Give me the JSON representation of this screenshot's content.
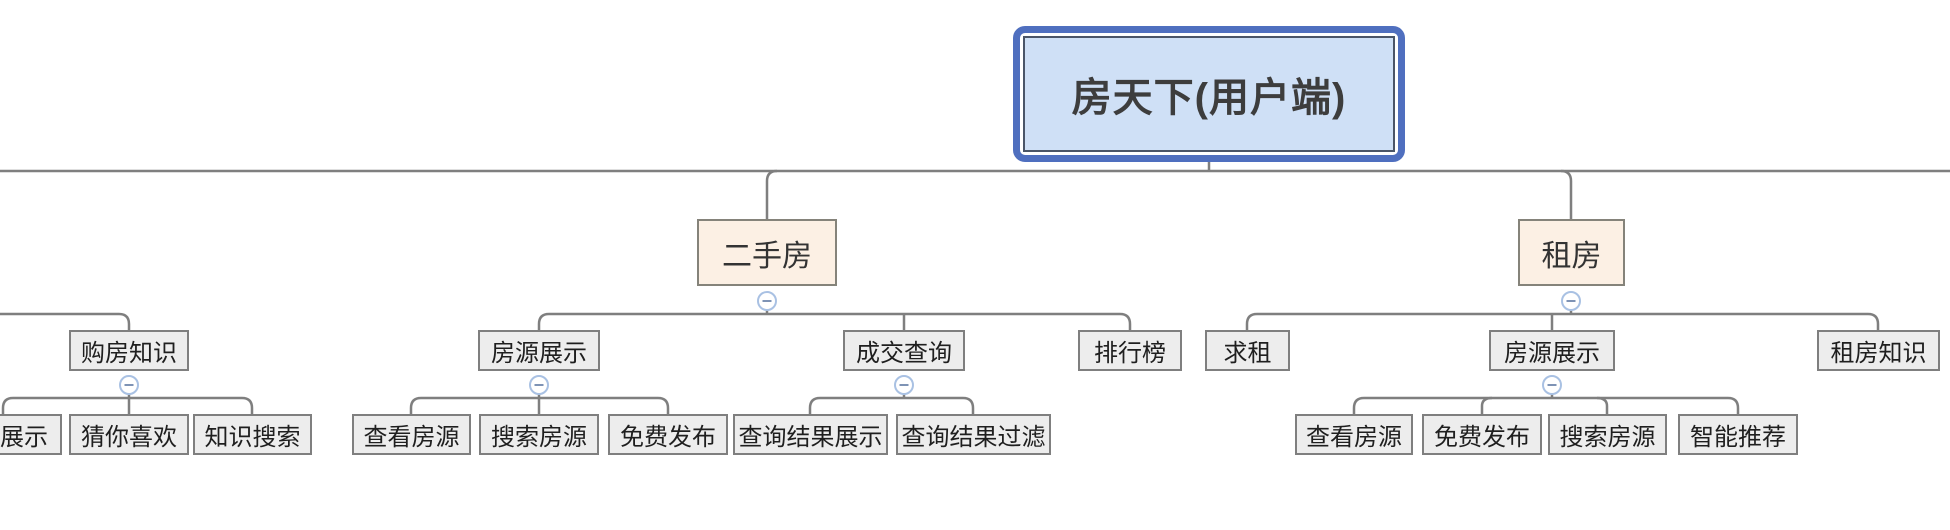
{
  "colors": {
    "root_border": "#4f6fbf",
    "root_inner_border": "#4a5568",
    "root_fill": "#cfe0f6",
    "root_text": "#3d3d3d",
    "branch_fill": "#fcf0e4",
    "branch_border": "#85837a",
    "node_fill": "#ededed",
    "node_border": "#7f7f7f",
    "connector": "#7f7f7f",
    "collapse_ring": "#a9c1e3",
    "collapse_glyph": "#7e93b5"
  },
  "icons": {
    "collapse": "minus-circle"
  },
  "tree": {
    "root": {
      "label": "房天下(用户端)"
    },
    "branches": [
      {
        "label": "二手房",
        "children": [
          {
            "label": "房源展示",
            "children": [
              {
                "label": "查看房源"
              },
              {
                "label": "搜索房源"
              },
              {
                "label": "免费发布"
              }
            ]
          },
          {
            "label": "成交查询",
            "children": [
              {
                "label": "查询结果展示"
              },
              {
                "label": "查询结果过滤"
              }
            ]
          },
          {
            "label": "排行榜",
            "children": []
          }
        ]
      },
      {
        "label": "租房",
        "children": [
          {
            "label": "求租",
            "children": []
          },
          {
            "label": "房源展示",
            "children": [
              {
                "label": "查看房源"
              },
              {
                "label": "免费发布"
              },
              {
                "label": "搜索房源"
              },
              {
                "label": "智能推荐"
              }
            ]
          },
          {
            "label": "租房知识",
            "children": []
          }
        ]
      }
    ],
    "offscreen_left_branch": {
      "children": [
        {
          "label": "购房知识",
          "children": [
            {
              "label": "展示",
              "partially_visible": true
            },
            {
              "label": "猜你喜欢"
            },
            {
              "label": "知识搜索"
            }
          ]
        }
      ]
    }
  }
}
